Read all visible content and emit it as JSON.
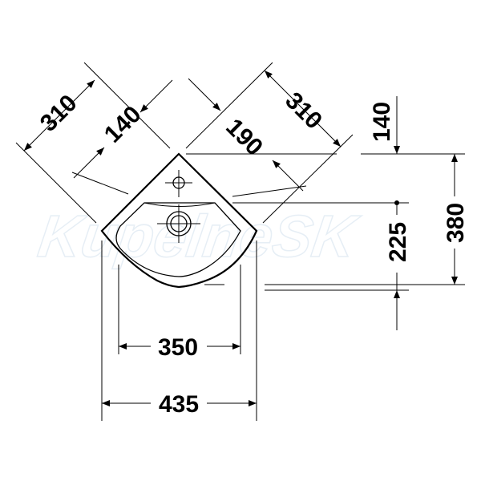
{
  "watermark": "KupelneSK",
  "dimensions": {
    "diag_left_outer": "310",
    "diag_left_inner": "140",
    "diag_right_inner": "190",
    "diag_right_outer": "310",
    "vertical_top": "140",
    "vertical_total": "380",
    "vertical_drain": "225",
    "width_inner": "350",
    "width_outer": "435"
  }
}
